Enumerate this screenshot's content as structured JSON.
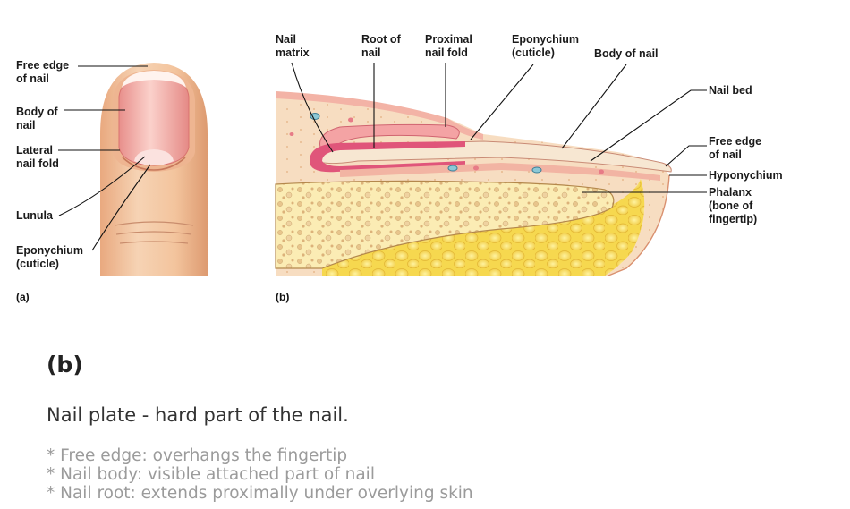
{
  "panel_a": {
    "tag": "(a)",
    "labels": {
      "free_edge": [
        "Free edge",
        "of nail"
      ],
      "body": [
        "Body of",
        "nail"
      ],
      "lateral_fold": [
        "Lateral",
        "nail fold"
      ],
      "lunula": [
        "Lunula"
      ],
      "eponychium": [
        "Eponychium",
        "(cuticle)"
      ]
    }
  },
  "panel_b": {
    "tag": "(b)",
    "labels": {
      "nail_matrix": [
        "Nail",
        "matrix"
      ],
      "root": [
        "Root of",
        "nail"
      ],
      "proximal_fold": [
        "Proximal",
        "nail fold"
      ],
      "eponychium": [
        "Eponychium",
        "(cuticle)"
      ],
      "body": [
        "Body of nail"
      ],
      "nail_bed": [
        "Nail bed"
      ],
      "free_edge": [
        "Free edge",
        "of nail"
      ],
      "hyponychium": [
        "Hyponychium"
      ],
      "phalanx": [
        "Phalanx",
        "(bone of",
        "fingertip)"
      ]
    }
  },
  "caption": {
    "title": "(b)",
    "line": "Nail plate - hard part of the nail.",
    "bullets": [
      "* Free edge: overhangs the fingertip",
      "* Nail body: visible attached part of nail",
      "* Nail root: extends proximally under overlying skin"
    ]
  },
  "colors": {
    "skin": "#f3c9a4",
    "nail": "#f2b5b0",
    "matrix": "#e0557a",
    "bone": "#f3df74",
    "leader": "#111111"
  }
}
